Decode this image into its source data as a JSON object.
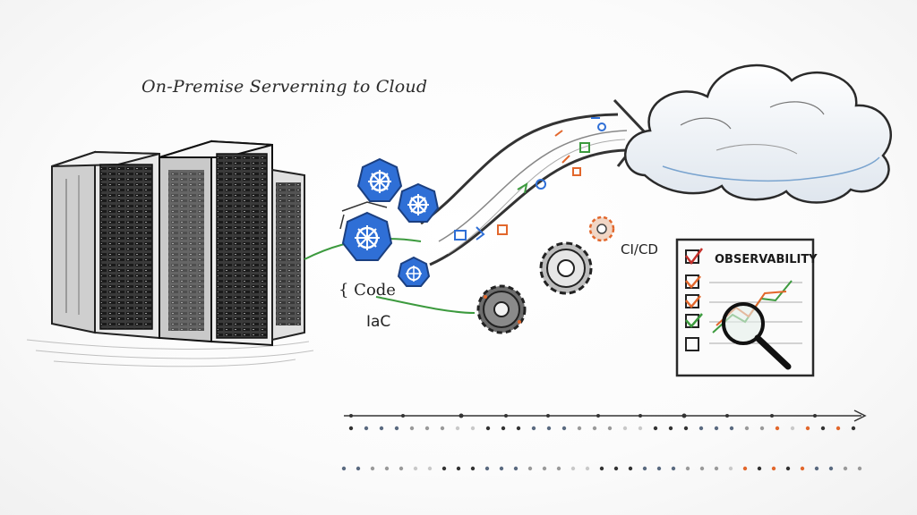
{
  "diagram": {
    "title": "On-Premise Serverning to Cloud",
    "code_label": "{ Code",
    "iac_label": "IaC",
    "cicd_label": "CI/CD",
    "observability_label": "OBSERVABILITY"
  },
  "colors": {
    "ink": "#2a2a2a",
    "kubernetes_blue": "#2f6fd6",
    "accent_orange": "#e2672c",
    "accent_green": "#3c9a3e",
    "checkmark_red": "#c4302b",
    "timeline_gray": "#8a8a8a"
  },
  "icons": [
    "server-rack-icon",
    "kubernetes-helm-icon",
    "gear-icon",
    "cloud-icon",
    "magnifier-icon",
    "checkbox-icon",
    "timeline-arrow-icon"
  ]
}
